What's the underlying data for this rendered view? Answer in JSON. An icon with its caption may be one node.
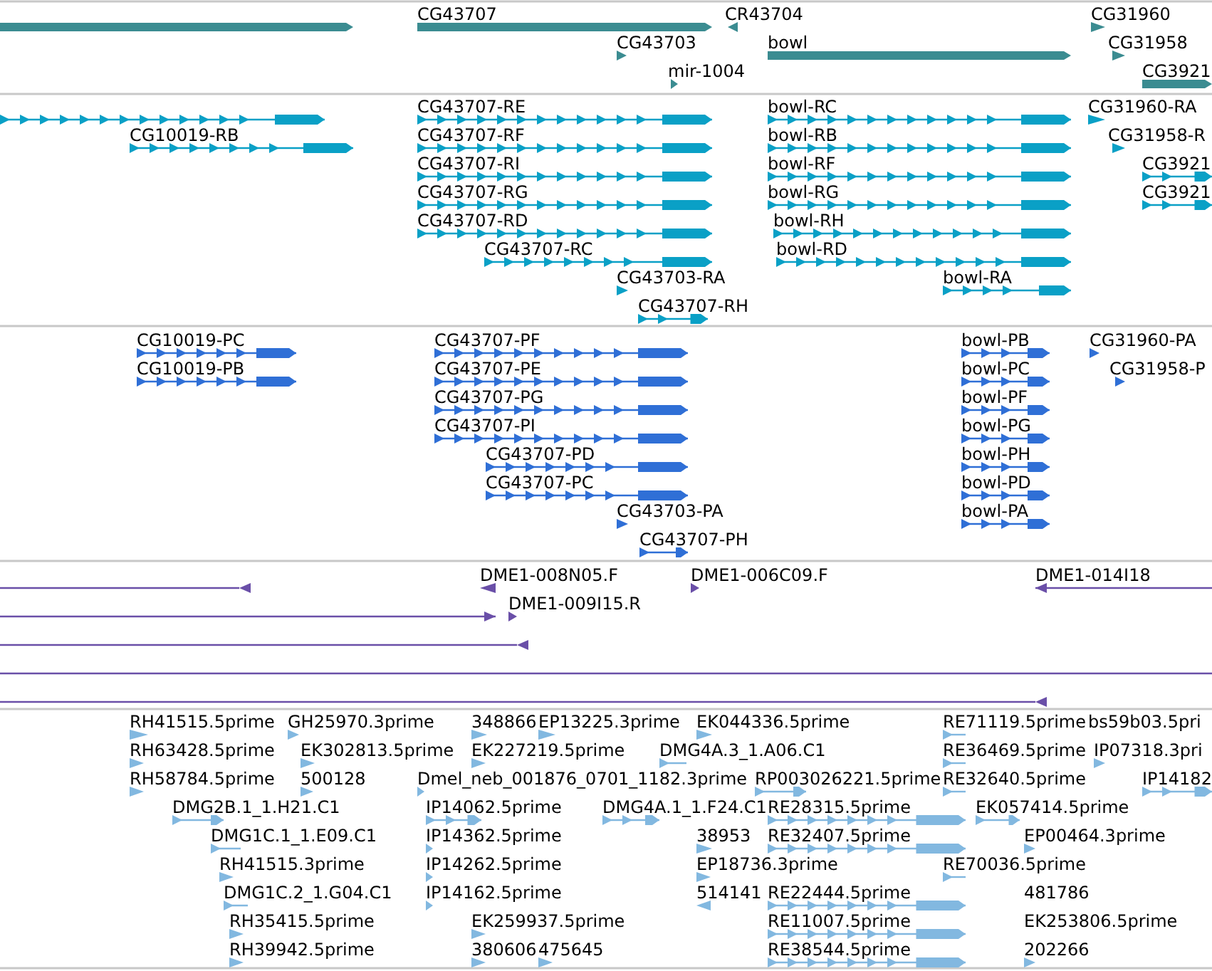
{
  "diagram": {
    "labels": [
      "CG43707",
      "CR43704",
      "CG31960",
      "CG43703",
      "bowl",
      "CG31958",
      "mir-1004",
      "CG3921",
      "CG43707-RE",
      "bowl-RC",
      "CG31960-RA",
      "CG10019-RB",
      "CG43707-RF",
      "bowl-RB",
      "CG31958-R",
      "CG43707-RI",
      "bowl-RF",
      "CG3921",
      "CG43707-RG",
      "bowl-RG",
      "CG3921",
      "CG43707-RD",
      "bowl-RH",
      "CG43707-RC",
      "bowl-RD",
      "CG43703-RA",
      "bowl-RA",
      "CG43707-RH",
      "CG10019-PC",
      "CG43707-PF",
      "bowl-PB",
      "CG31960-PA",
      "CG10019-PB",
      "CG43707-PE",
      "bowl-PC",
      "CG31958-P",
      "CG43707-PG",
      "bowl-PF",
      "CG43707-PI",
      "bowl-PG",
      "CG43707-PD",
      "bowl-PH",
      "CG43707-PC",
      "bowl-PD",
      "CG43703-PA",
      "bowl-PA",
      "CG43707-PH",
      "DME1-008N05.F",
      "DME1-006C09.F",
      "DME1-014I18",
      "DME1-009I15.R",
      "RH41515.5prime",
      "GH25970.3prime",
      "348866",
      "EP13225.3prime",
      "EK044336.5prime",
      "RE71119.5prime",
      "bs59b03.5pri",
      "RH63428.5prime",
      "EK302813.5prime",
      "EK227219.5prime",
      "DMG4A.3_1.A06.C1",
      "RE36469.5prime",
      "IP07318.3pri",
      "RH58784.5prime",
      "500128",
      "Dmel_neb_001876_0701_1182.3prime",
      "RP003026221.5prime",
      "RE32640.5prime",
      "IP14182",
      "DMG2B.1_1.H21.C1",
      "IP14062.5prime",
      "DMG4A.1_1.F24.C1",
      "RE28315.5prime",
      "EK057414.5prime",
      "DMG1C.1_1.E09.C1",
      "IP14362.5prime",
      "38953",
      "RE32407.5prime",
      "EP00464.3prime",
      "RH41515.3prime",
      "IP14262.5prime",
      "EP18736.3prime",
      "RE70036.5prime",
      "DMG1C.2_1.G04.C1",
      "IP14162.5prime",
      "514141",
      "RE22444.5prime",
      "481786",
      "RH35415.5prime",
      "EK259937.5prime",
      "RE11007.5prime",
      "EK253806.5prime",
      "RH39942.5prime",
      "380606",
      "475645",
      "RE38544.5prime",
      "202266"
    ]
  }
}
